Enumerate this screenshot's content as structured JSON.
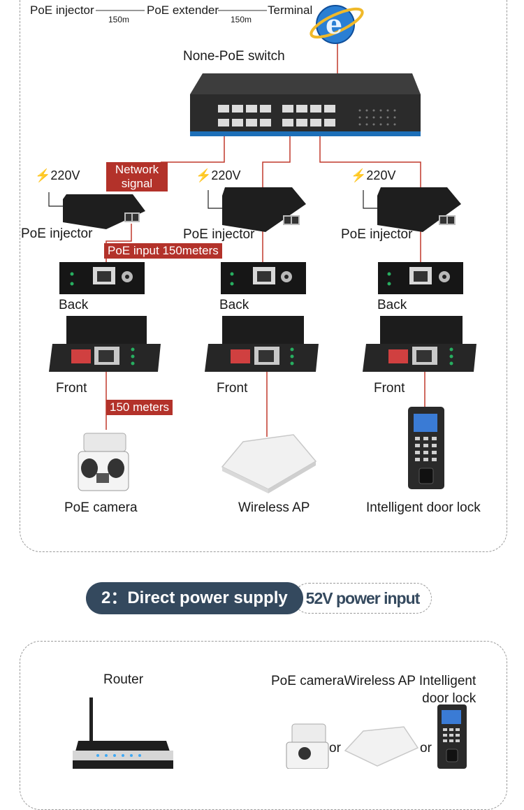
{
  "legend": {
    "injector": "PoE injector",
    "extender": "PoE extender",
    "terminal": "Terminal",
    "dist1": "150m",
    "dist2": "150m"
  },
  "switch_label": "None-PoE switch",
  "tags": {
    "network_signal": "Network\nsignal",
    "poe_input": "PoE input 150meters",
    "meters": "150 meters"
  },
  "columns": [
    {
      "voltage": "220V",
      "injector": "PoE injector",
      "back": "Back",
      "front": "Front",
      "device": "PoE camera"
    },
    {
      "voltage": "220V",
      "injector": "PoE injector",
      "back": "Back",
      "front": "Front",
      "device": "Wireless AP"
    },
    {
      "voltage": "220V",
      "injector": "PoE injector",
      "back": "Back",
      "front": "Front",
      "device": "Intelligent door lock"
    }
  ],
  "section2": {
    "title": "2：Direct power supply",
    "subtitle": "52V power input",
    "router": "Router",
    "devices_label": "PoE cameraWireless AP Intelligent\ndoor lock",
    "or1": "or",
    "or2": "or"
  },
  "colors": {
    "accent_red": "#b3322a",
    "banner": "#34495e",
    "line_red": "#c0392b"
  }
}
